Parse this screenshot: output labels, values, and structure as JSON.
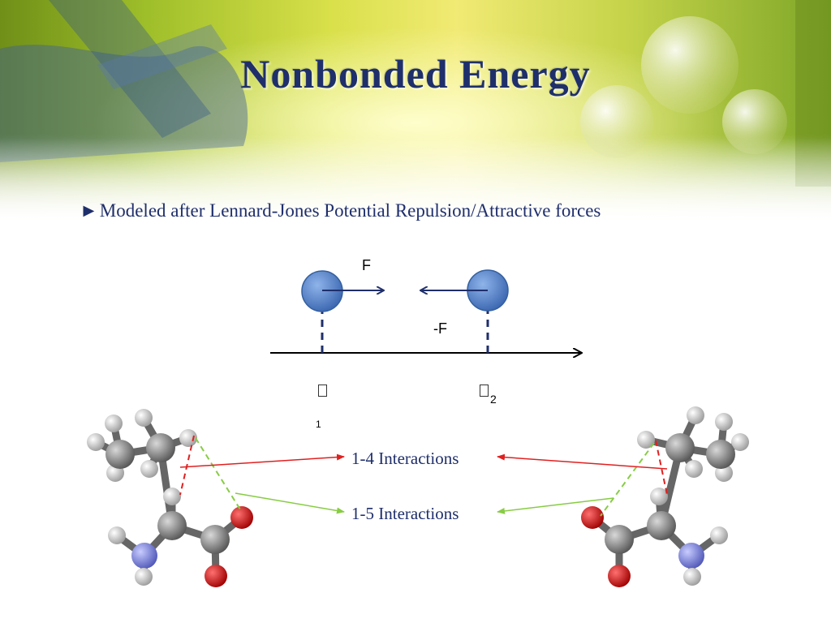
{
  "slide": {
    "title": "Nonbonded Energy",
    "bullet_marker": "►",
    "bullet_text": "Modeled after Lennard-Jones Potential Repulsion/Attractive forces"
  },
  "force_diagram": {
    "force_label": "F",
    "reaction_label": "-F",
    "position_1_subscript": "1",
    "position_2_subscript": "2",
    "particle_color": "#4a7cc4",
    "axis_color": "#000000",
    "arrow_color": "#1f2f6b"
  },
  "molecule_diagram": {
    "interaction_14_label": "1-4 Interactions",
    "interaction_15_label": "1-5 Interactions",
    "interaction_14_color": "#e02020",
    "interaction_15_color": "#88cc44",
    "atom_colors": {
      "carbon": "#808080",
      "hydrogen": "#e8e8e8",
      "oxygen": "#dd0000",
      "nitrogen": "#7d86d8"
    }
  }
}
